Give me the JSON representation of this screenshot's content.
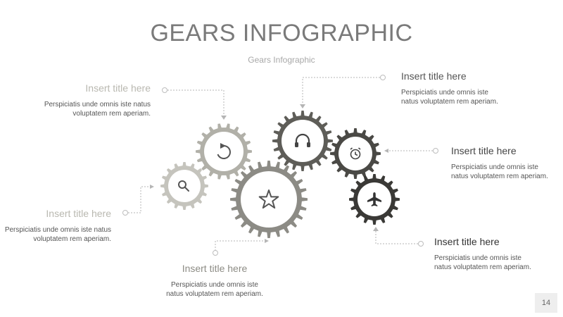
{
  "header": {
    "title": "GEARS INFOGRAPHIC",
    "subtitle": "Gears Infographic"
  },
  "items": [
    {
      "title": "Insert title here",
      "body": "Perspiciatis unde omnis iste natus voluptatem rem aperiam."
    },
    {
      "title": "Insert title here",
      "body": "Perspiciatis unde omnis iste natus voluptatem rem aperiam."
    },
    {
      "title": "Insert title here",
      "body": "Perspiciatis unde omnis iste natus voluptatem rem aperiam."
    },
    {
      "title": "Insert title here",
      "body": "Perspiciatis unde omnis iste natus voluptatem rem aperiam."
    },
    {
      "title": "Insert title here",
      "body": "Perspiciatis unde omnis iste natus voluptatem rem aperiam."
    },
    {
      "title": "Insert title here",
      "body": "Perspiciatis unde omnis iste natus voluptatem rem aperiam."
    }
  ],
  "gears": [
    {
      "name": "search-gear",
      "icon": "search-icon",
      "color": "#c5c4bd"
    },
    {
      "name": "refresh-gear",
      "icon": "refresh-icon",
      "color": "#b1b0a8"
    },
    {
      "name": "star-gear",
      "icon": "star-icon",
      "color": "#8c8b85"
    },
    {
      "name": "headphones-gear",
      "icon": "headphones-icon",
      "color": "#5e5d58"
    },
    {
      "name": "alarm-gear",
      "icon": "alarm-clock-icon",
      "color": "#4a4945"
    },
    {
      "name": "airplane-gear",
      "icon": "airplane-icon",
      "color": "#3a3936"
    }
  ],
  "colors": {
    "title_light": "#b9b8b0",
    "title_mid": "#8d8c85",
    "title_dark": "#444444"
  },
  "page_number": "14"
}
